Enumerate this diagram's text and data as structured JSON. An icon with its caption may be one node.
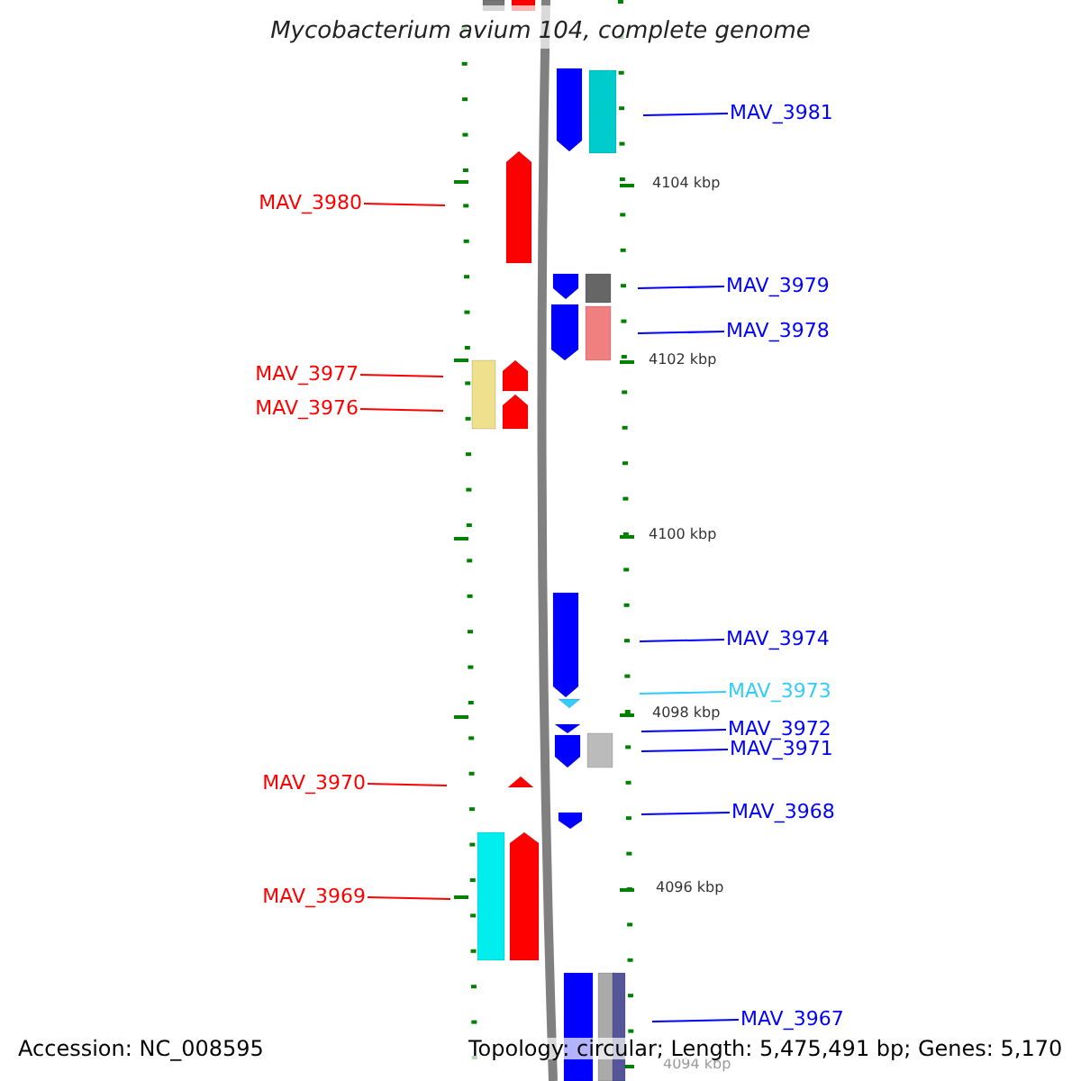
{
  "diagram": {
    "title": "Mycobacterium avium 104, complete genome",
    "nodes": [
      {
        "text": [
          "MAV_3981"
        ]
      },
      {
        "text": [
          "MAV_3980"
        ]
      },
      {
        "text": [
          "MAV_3979"
        ]
      },
      {
        "text": [
          "MAV_3978"
        ]
      },
      {
        "text": [
          "MAV_3977"
        ]
      },
      {
        "text": [
          "MAV_3976"
        ]
      },
      {
        "text": [
          "MAV_3974"
        ]
      },
      {
        "text": [
          "MAV_3973"
        ]
      },
      {
        "text": [
          "MAV_3972"
        ]
      },
      {
        "text": [
          "MAV_3971"
        ]
      },
      {
        "text": [
          "MAV_3970"
        ]
      },
      {
        "text": [
          "MAV_3968"
        ]
      },
      {
        "text": [
          "MAV_3969"
        ]
      },
      {
        "text": [
          "MAV_3967"
        ]
      }
    ],
    "edges": [
      {
        "from": 0,
        "to": null,
        "arrow": "none"
      },
      {
        "from": 1,
        "to": null,
        "arrow": "none",
        "color": "#ff0000"
      },
      {
        "from": 2,
        "to": null,
        "arrow": "none"
      },
      {
        "from": 3,
        "to": null,
        "arrow": "none"
      },
      {
        "from": 4,
        "to": null,
        "arrow": "none",
        "color": "#ff0000"
      },
      {
        "from": 5,
        "to": null,
        "arrow": "none",
        "color": "#ff0000"
      },
      {
        "from": 6,
        "to": null,
        "arrow": "none"
      },
      {
        "from": 7,
        "to": null,
        "arrow": "none",
        "color": "#33ccff"
      },
      {
        "from": 8,
        "to": null,
        "arrow": "none"
      },
      {
        "from": 9,
        "to": null,
        "arrow": "none"
      },
      {
        "from": 10,
        "to": null,
        "arrow": "none",
        "color": "#ff0000"
      },
      {
        "from": 11,
        "to": null,
        "arrow": "none"
      },
      {
        "from": 12,
        "to": null,
        "arrow": "none",
        "color": "#ff0000"
      },
      {
        "from": 13,
        "to": null,
        "arrow": "none"
      }
    ],
    "labels": [
      "4104 kbp",
      "4102 kbp",
      "4100 kbp",
      "4098 kbp",
      "4096 kbp",
      "4094 kbp",
      "Accession: NC_008595",
      "Topology: circular; Length: 5,475,491 bp; Genes: 5,170"
    ]
  }
}
